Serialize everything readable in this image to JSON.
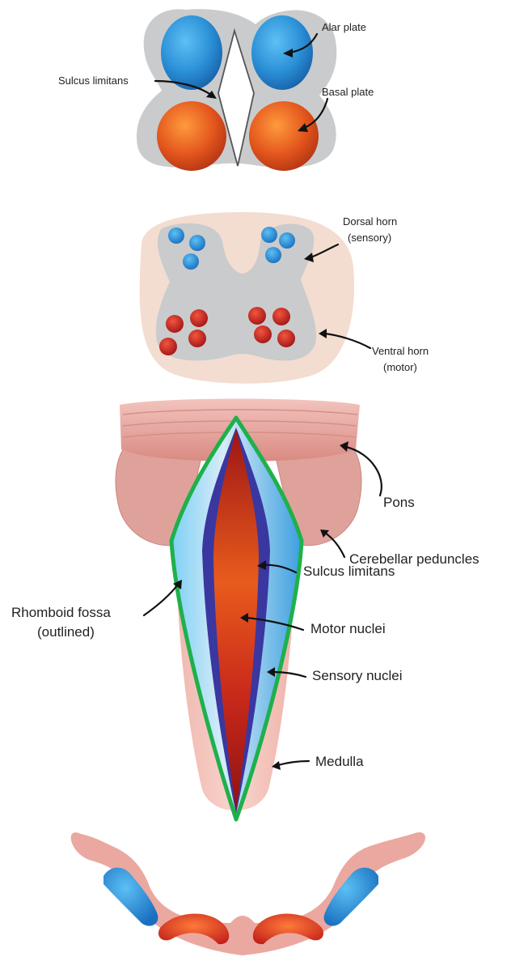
{
  "panels": {
    "neural_tube": {
      "labels": {
        "alar_plate": "Alar plate",
        "sulcus_limitans": "Sulcus limitans",
        "basal_plate": "Basal plate"
      }
    },
    "spinal_cord": {
      "labels": {
        "dorsal_horn_1": "Dorsal horn",
        "dorsal_horn_2": "(sensory)",
        "ventral_horn_1": "Ventral horn",
        "ventral_horn_2": "(motor)"
      }
    },
    "brainstem": {
      "labels": {
        "pons": "Pons",
        "cerebellar_peduncles": "Cerebellar peduncles",
        "sulcus_limitans": "Sulcus limitans",
        "rhomboid_fossa_1": "Rhomboid fossa",
        "rhomboid_fossa_2": "(outlined)",
        "motor_nuclei": "Motor nuclei",
        "sensory_nuclei": "Sensory nuclei",
        "medulla": "Medulla"
      }
    },
    "medulla_section": {
      "labels": {}
    }
  },
  "colors": {
    "gray_matter": "#c9cbcd",
    "alar_blue": "#2a8fd6",
    "basal_orange": "#e3561d",
    "motor_red": "#c4231f",
    "tissue_pink": "#e8a9a2",
    "fossa_outline": "#1fb04b",
    "sensory_violet": "#3a37a0",
    "cord_beige": "#f3ddd0"
  }
}
